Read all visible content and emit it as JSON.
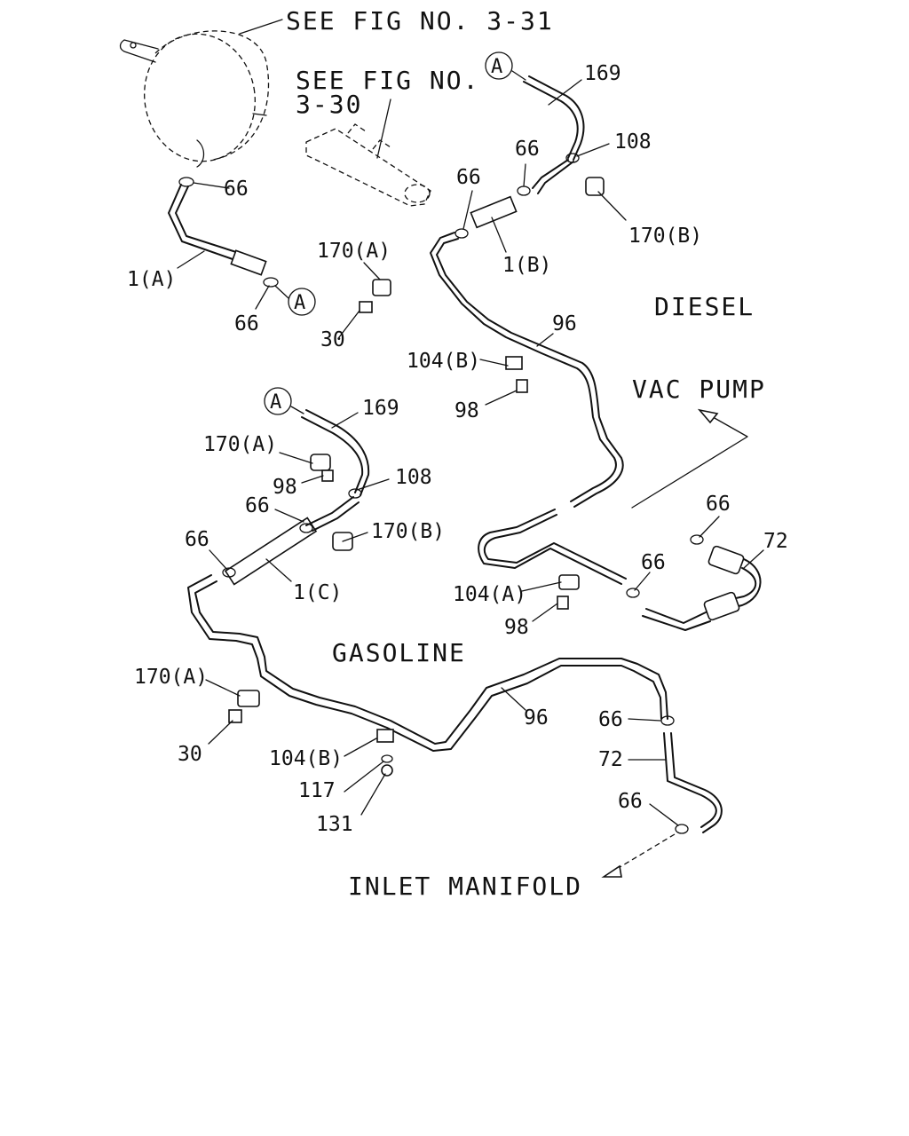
{
  "references": {
    "fig_3_31": "SEE FIG NO. 3-31",
    "fig_3_30_line1": "SEE FIG NO.",
    "fig_3_30_line2": "3-30"
  },
  "sections": {
    "diesel": "DIESEL",
    "gasoline": "GASOLINE",
    "vac_pump": "VAC PUMP",
    "inlet_manifold": "INLET MANIFOLD"
  },
  "callout_letter": "A",
  "labels": {
    "p66_top": "66",
    "p1a": "1(A)",
    "p66_lower_left": "66",
    "p170a_top": "170(A)",
    "p30_top": "30",
    "p169_top": "169",
    "p108_top": "108",
    "p66_diesel_1": "66",
    "p66_diesel_2": "66",
    "p1b": "1(B)",
    "p170b_top": "170(B)",
    "p96_top": "96",
    "p104b_top": "104(B)",
    "p98_top": "98",
    "p169_mid": "169",
    "p170a_mid": "170(A)",
    "p98_mid": "98",
    "p108_mid": "108",
    "p66_mid_1": "66",
    "p66_mid_2": "66",
    "p170b_mid": "170(B)",
    "p1c": "1(C)",
    "p66_vac": "66",
    "p72_vac": "72",
    "p66_diesel_lower": "66",
    "p104a": "104(A)",
    "p98_lower": "98",
    "p170a_low": "170(A)",
    "p30_low": "30",
    "p96_low": "96",
    "p104b_low": "104(B)",
    "p117": "117",
    "p131": "131",
    "p66_low_1": "66",
    "p72_low": "72",
    "p66_low_2": "66"
  }
}
